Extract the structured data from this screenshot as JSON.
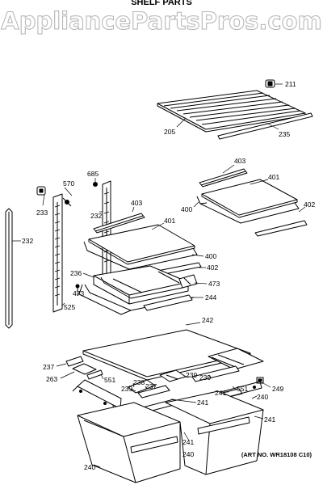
{
  "header": {
    "watermark": "AppliancePartsPros.com",
    "title": "SHELF PARTS"
  },
  "art_number": "(ART NO. WR18108 C10)",
  "callouts": {
    "c211": "211",
    "c205": "205",
    "c235": "235",
    "c403a": "403",
    "c401a": "401",
    "c400a": "400",
    "c402a": "402",
    "c570": "570",
    "c685": "685",
    "c233": "233",
    "c232a": "232",
    "c232b": "232",
    "c403b": "403",
    "c401b": "401",
    "c400b": "400",
    "c402b": "402",
    "c236": "236",
    "c473a": "473",
    "c473b": "473",
    "c525": "525",
    "c244": "244",
    "c242": "242",
    "c237a": "237",
    "c263": "263",
    "c551a": "551",
    "c238": "238",
    "c237b": "237",
    "c239a": "239",
    "c239b": "239",
    "c239c": "239",
    "c249": "249",
    "c241a": "241",
    "c241b": "241",
    "c551b": "551",
    "c240a": "240",
    "c241c": "241",
    "c241d": "241",
    "c240b": "240",
    "c240c": "240"
  }
}
